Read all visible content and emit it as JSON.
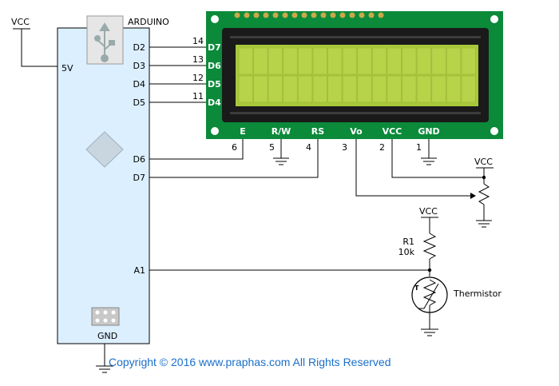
{
  "arduino": {
    "title": "ARDUINO",
    "pins": {
      "5v": "5V",
      "d2": "D2",
      "d3": "D3",
      "d4": "D4",
      "d5": "D5",
      "d6": "D6",
      "d7": "D7",
      "a1": "A1",
      "gnd": "GND"
    }
  },
  "lcd": {
    "data_pins": [
      {
        "label": "D7",
        "num": "14"
      },
      {
        "label": "D6",
        "num": "13"
      },
      {
        "label": "D5",
        "num": "12"
      },
      {
        "label": "D4",
        "num": "11"
      }
    ],
    "bottom_pins": [
      {
        "label": "E",
        "num": "6"
      },
      {
        "label": "R/W",
        "num": "5"
      },
      {
        "label": "RS",
        "num": "4"
      },
      {
        "label": "Vo",
        "num": "3"
      },
      {
        "label": "VCC",
        "num": "2"
      },
      {
        "label": "GND",
        "num": "1"
      }
    ],
    "bezel_color": "#1a1a1a",
    "board_color": "#0b8a3a",
    "screen_color": "#a8c83a"
  },
  "supply": {
    "vcc": "VCC"
  },
  "resistor": {
    "name": "R1",
    "value": "10k"
  },
  "thermistor": {
    "name": "Thermistor",
    "symbol": "T"
  },
  "copyright": {
    "text": "Copyright © 2016 www.praphas.com  All Rights Reserved",
    "color": "#1a6fc9"
  }
}
